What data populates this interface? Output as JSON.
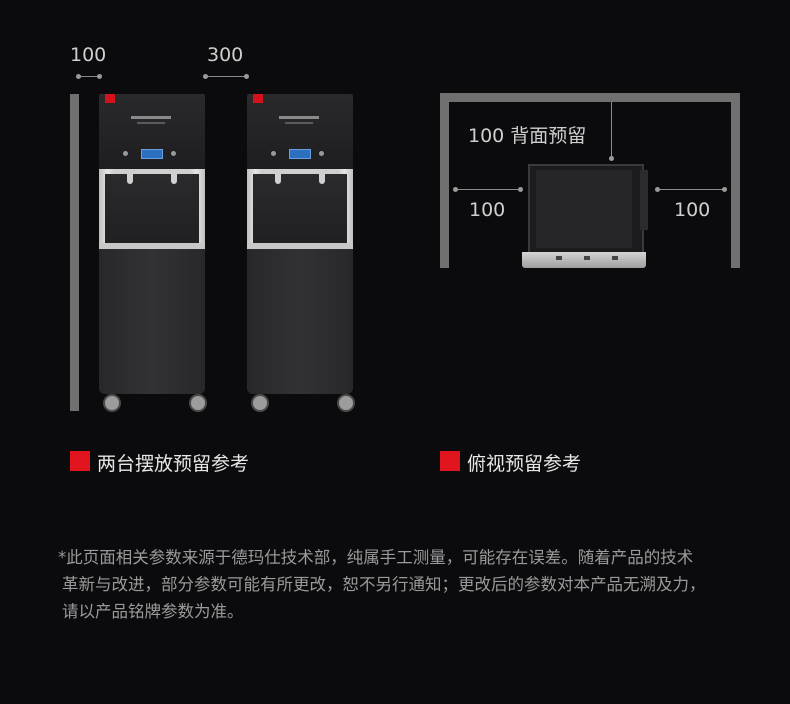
{
  "front_view": {
    "dim_wall_gap": "100",
    "dim_unit_gap": "300",
    "legend": "两台摆放预留参考"
  },
  "top_view": {
    "back_label": "100 背面预留",
    "left_gap": "100",
    "right_gap": "100",
    "legend": "俯视预留参考"
  },
  "colors": {
    "accent": "#e0151e",
    "background": "#0b0b0d",
    "wall": "#707070"
  },
  "disclaimer": {
    "line1": "*此页面相关参数来源于德玛仕技术部，纯属手工测量，可能存在误差。随着产品的技术",
    "line2": "革新与改进，部分参数可能有所更改，恕不另行通知；更改后的参数对本产品无溯及力，",
    "line3": "请以产品铭牌参数为准。"
  }
}
